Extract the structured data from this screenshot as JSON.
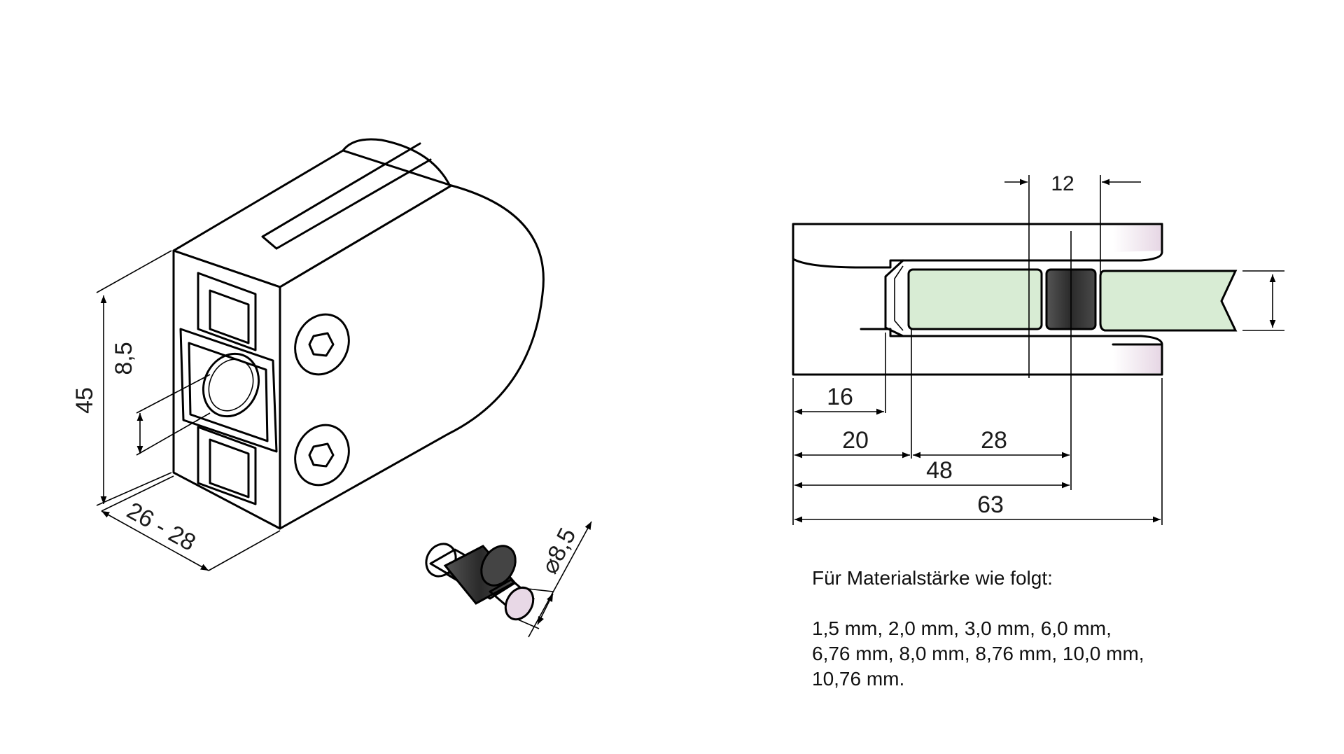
{
  "dimensions": {
    "height": "45",
    "hole_offset": "8,5",
    "depth_range": "26 - 28",
    "pin_diameter": "⌀8,5",
    "gap_width": "12",
    "dim_16": "16",
    "dim_20": "20",
    "dim_28": "28",
    "dim_48": "48",
    "dim_63": "63"
  },
  "notes": {
    "heading": "Für Materialstärke wie folgt:",
    "line1": "1,5 mm, 2,0 mm, 3,0 mm, 6,0 mm,",
    "line2": "6,76 mm, 8,0 mm, 8,76 mm, 10,0 mm,",
    "line3": "10,76 mm."
  },
  "colors": {
    "glass": "#d8ecd4",
    "rubber_pad": "#3a3a3a",
    "line": "#000000",
    "metal_edge": "#e8d8e6"
  }
}
